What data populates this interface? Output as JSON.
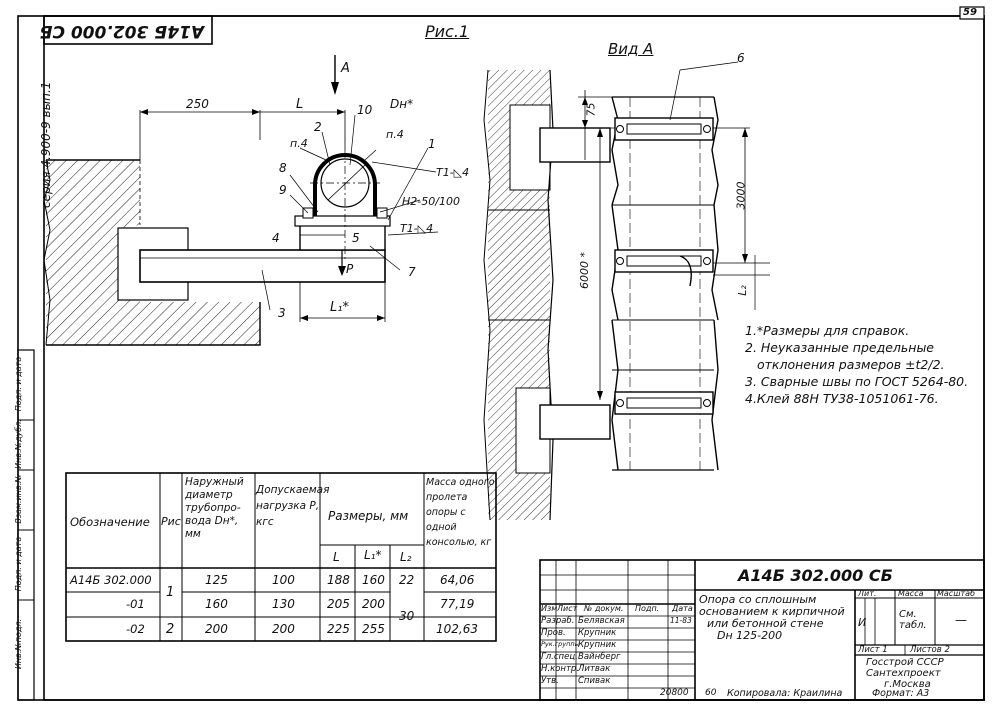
{
  "sheet": {
    "page_number": "59",
    "rotated_code": "А14Б 302.000 СБ",
    "series": "серия 4.900-9 вып.1",
    "figure_label": "Рис.1",
    "view_label": "Вид А"
  },
  "side_stamps": [
    "Инв.№подл.",
    "Подп. и дата",
    "Взам.инв.№",
    "Инв.№дубл.",
    "Подп. и дата"
  ],
  "drawing_labels": {
    "arrow_a": "А",
    "dim_250": "250",
    "dim_L": "L",
    "dim_L1": "L₁*",
    "dim_Dn": "Dн*",
    "load_P": "P",
    "pos_1": "1",
    "pos_2": "2",
    "pos_3": "3",
    "pos_4": "4",
    "pos_5": "5",
    "pos_6": "6",
    "pos_7": "7",
    "pos_8": "8",
    "pos_9": "9",
    "pos_10": "10",
    "note_p4_left": "п.4",
    "note_p4_right": "п.4",
    "weld_t1_top": "Т1-◺4",
    "weld_n2": "Н2-50/100",
    "weld_t1_bottom": "Т1-◺4",
    "dim_75": "75",
    "dim_3000": "3000",
    "dim_6000": "6000 *",
    "dim_L2": "L₂"
  },
  "notes": [
    "1.*Размеры для справок.",
    "2. Неуказанные предельные",
    "отклонения размеров ±t2/2.",
    "3. Сварные швы по ГОСТ 5264-80.",
    "4.Клей 88Н ТУ38-1051061-76."
  ],
  "table": {
    "headers": {
      "designation": "Обозначение",
      "fig": "Рис",
      "diameter": "Наружный диаметр трубопро-вода Dн*, мм",
      "load": "Допускаемая нагрузка Р, кгс",
      "dims": "Размеры, мм",
      "L": "L",
      "L1": "L₁*",
      "L2": "L₂",
      "mass": "Масса одного пролета опоры с одной консолью, кг"
    },
    "rows": [
      {
        "designation": "А14Б 302.000",
        "fig": "1",
        "diameter": "125",
        "load": "100",
        "L": "188",
        "L1": "160",
        "L2": "22",
        "mass": "64,06"
      },
      {
        "designation": "-01",
        "fig": "",
        "diameter": "160",
        "load": "130",
        "L": "205",
        "L1": "200",
        "L2": "30",
        "mass": "77,19"
      },
      {
        "designation": "-02",
        "fig": "2",
        "diameter": "200",
        "load": "200",
        "L": "225",
        "L1": "255",
        "L2": "",
        "mass": "102,63"
      }
    ]
  },
  "title_block": {
    "code": "А14Б 302.000 СБ",
    "name_lines": [
      "Опора со сплошным",
      "основанием к кирпичной",
      "или бетонной стене",
      "Dн 125-200"
    ],
    "header_cols": [
      "Изм",
      "Лист",
      "№ докум.",
      "Подп.",
      "Дата"
    ],
    "roles": [
      {
        "role": "Разраб.",
        "name": "Белявская",
        "date": "11-83"
      },
      {
        "role": "Пров.",
        "name": "Крупник",
        "date": ""
      },
      {
        "role": "Рук.группы",
        "name": "Крупник",
        "date": ""
      },
      {
        "role": "Гл.спец.",
        "name": "Вайнберг",
        "date": ""
      },
      {
        "role": "Н.контр.",
        "name": "Литвак",
        "date": ""
      },
      {
        "role": "Утв.",
        "name": "Спивак",
        "date": ""
      }
    ],
    "lit_label": "Лит.",
    "mass_label": "Масса",
    "scale_label": "Масштаб",
    "lit_value": "И",
    "mass_value": "См. табл.",
    "scale_value": "—",
    "sheet_label": "Лист 1",
    "sheets_label": "Листов 2",
    "org_lines": [
      "Госстрой СССР",
      "Сантехпроект",
      "г.Москва"
    ]
  },
  "footer": {
    "number": "20800",
    "num2": "60",
    "copied": "Копировала: Краилина",
    "format": "Формат: А3"
  }
}
